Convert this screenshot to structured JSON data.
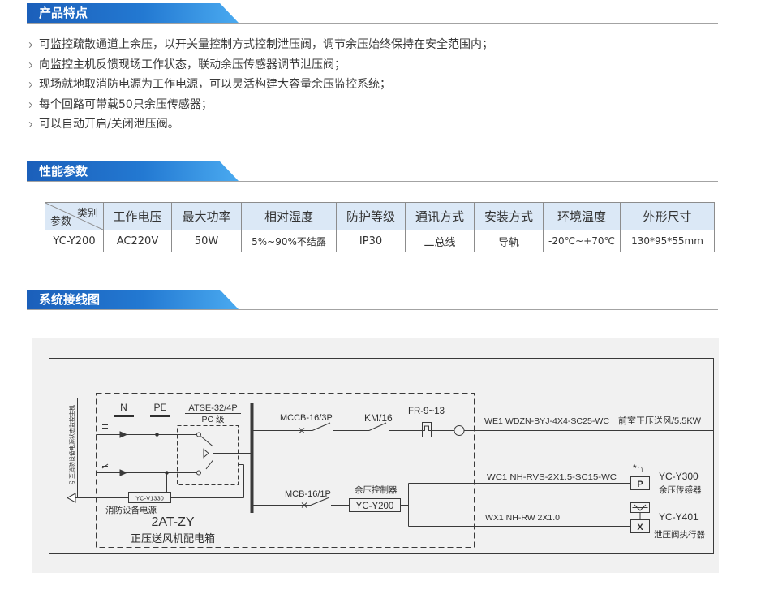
{
  "theme": {
    "accent": "#1b5fba",
    "accent_light": "#4aaaf0",
    "table_header_bg": "#dbe8f6",
    "diagram_bg": "#f1f1f1"
  },
  "features": {
    "title": "产品特点",
    "items": [
      "可监控疏散通道上余压，以开关量控制方式控制泄压阀，调节余压始终保持在安全范围内；",
      "向监控主机反馈现场工作状态，联动余压传感器调节泄压阀；",
      "现场就地取消防电源为工作电源，可以灵活构建大容量余压监控系统；",
      "每个回路可带载50只余压传感器；",
      "可以自动开启/关闭泄压阀。"
    ]
  },
  "specs": {
    "title": "性能参数",
    "table": {
      "corner_top": "类别",
      "corner_bottom": "参数",
      "columns": [
        "工作电压",
        "最大功率",
        "相对湿度",
        "防护等级",
        "通讯方式",
        "安装方式",
        "环境温度",
        "外形尺寸"
      ],
      "rows": [
        {
          "model": "YC-Y200",
          "values": [
            "AC220V",
            "50W",
            "5%~90%不结露",
            "IP30",
            "二总线",
            "导轨",
            "-20℃~+70℃",
            "130*95*55mm"
          ]
        }
      ]
    }
  },
  "wiring": {
    "title": "系统接线图",
    "diagram": {
      "side_label": "引至消防设备电源状态监控主机",
      "n_label": "N",
      "pe_label": "PE",
      "atse_model": "ATSE-32/4P",
      "atse_class": "PC 级",
      "monitor_model": "YC-V1330",
      "fire_power_label": "消防设备电源",
      "cabinet_code": "2AT-ZY",
      "cabinet_name": "正压送风机配电箱",
      "mccb_label": "MCCB-16/3P",
      "contactor_label": "KM/16",
      "relay_label": "FR-9~13",
      "feeder_cable": "WE1 WDZN-BYJ-4X4-SC25-WC",
      "feeder_load": "前室正压送风/5.5KW",
      "mcb_label": "MCB-16/1P",
      "controller_label": "余压控制器",
      "controller_model": "YC-Y200",
      "sensor_cable": "WC1 NH-RVS-2X1.5-SC15-WC",
      "actuator_cable": "WX1 NH-RW 2X1.0",
      "sensor_mark": "*∩",
      "sensor_symbol": "P",
      "sensor_model": "YC-Y300",
      "sensor_name": "余压传感器",
      "actuator_symbol": "X",
      "actuator_model": "YC-Y401",
      "actuator_name": "泄压阀执行器"
    }
  }
}
